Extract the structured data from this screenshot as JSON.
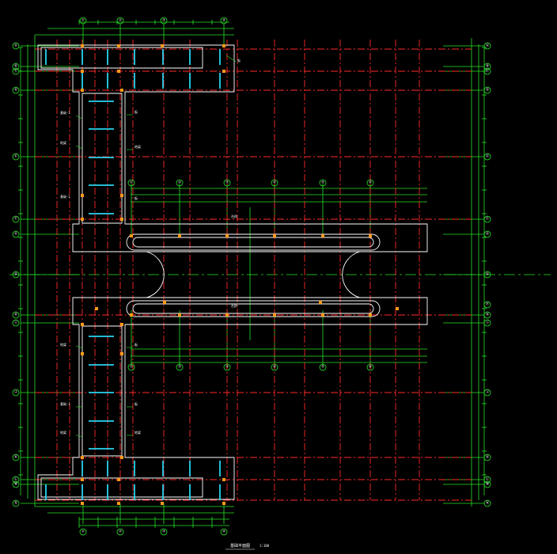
{
  "drawing": {
    "title": "基础平面图",
    "scale": "1:100"
  },
  "colors": {
    "background": "#000000",
    "axis": "#ff2a2a",
    "dimension": "#27e327",
    "outline": "#ffffff",
    "bar": "#28d4ef",
    "marker": "#ff9a1a",
    "bubble_fill": "#2ad22a"
  },
  "grid": {
    "top_bubbles": [
      "①",
      "②",
      "③",
      "④"
    ],
    "bottom_bubbles": [
      "①",
      "②",
      "③",
      "④"
    ],
    "inner_top_bubbles": [
      "①",
      "②",
      "③",
      "④",
      "⑤",
      "⑥"
    ],
    "inner_bottom_bubbles": [
      "①",
      "②",
      "③",
      "④",
      "⑤",
      "⑥"
    ],
    "left_bubbles": [
      "Ⓐ",
      "Ⓑ",
      "Ⓒ",
      "Ⓓ",
      "Ⓔ",
      "Ⓕ",
      "Ⓖ",
      "Ⓗ",
      "Ⓘ",
      "Ⓙ",
      "Ⓚ",
      "Ⓛ",
      "Ⓜ",
      "Ⓝ",
      "Ⓞ"
    ],
    "right_bubbles": [
      "Ⓐ",
      "Ⓑ",
      "Ⓒ",
      "Ⓓ",
      "Ⓔ",
      "Ⓕ",
      "Ⓖ",
      "Ⓗ",
      "Ⓘ",
      "Ⓙ",
      "Ⓚ",
      "Ⓛ",
      "Ⓜ",
      "Ⓝ",
      "Ⓞ",
      "Ⓟ"
    ]
  },
  "notes": {
    "foundation": "基础-1",
    "beam": "地梁",
    "slab": "板",
    "step": "台阶"
  }
}
